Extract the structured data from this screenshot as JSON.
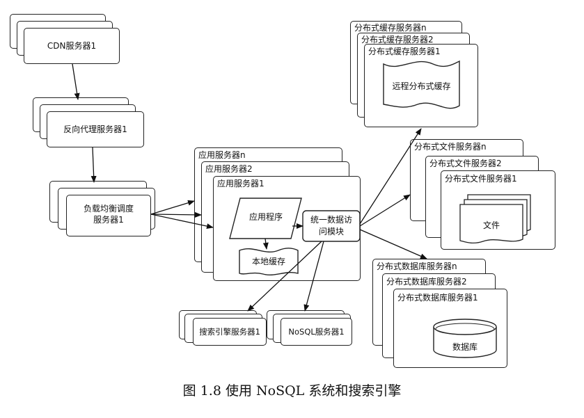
{
  "nodes": {
    "cdn": "CDN服务器1",
    "proxy": "反向代理服务器1",
    "lb_line1": "负载均衡调度",
    "lb_line2": "服务器1",
    "app_n": "应用服务器n",
    "app_2": "应用服务器2",
    "app_1": "应用服务器1",
    "app_program": "应用程序",
    "local_cache": "本地缓存",
    "data_access_line1": "统一数据访",
    "data_access_line2": "问模块",
    "search": "搜索引擎服务器1",
    "nosql": "NoSQL服务器1",
    "cache_n": "分布式缓存服务器n",
    "cache_2": "分布式缓存服务器2",
    "cache_1": "分布式缓存服务器1",
    "remote_cache": "远程分布式缓存",
    "file_n": "分布式文件服务器n",
    "file_2": "分布式文件服务器2",
    "file_1": "分布式文件服务器1",
    "file": "文件",
    "db_n": "分布式数据库服务器n",
    "db_2": "分布式数据库服务器2",
    "db_1": "分布式数据库服务器1",
    "database": "数据库"
  },
  "caption": "图 1.8    使用 NoSQL 系统和搜索引擎"
}
